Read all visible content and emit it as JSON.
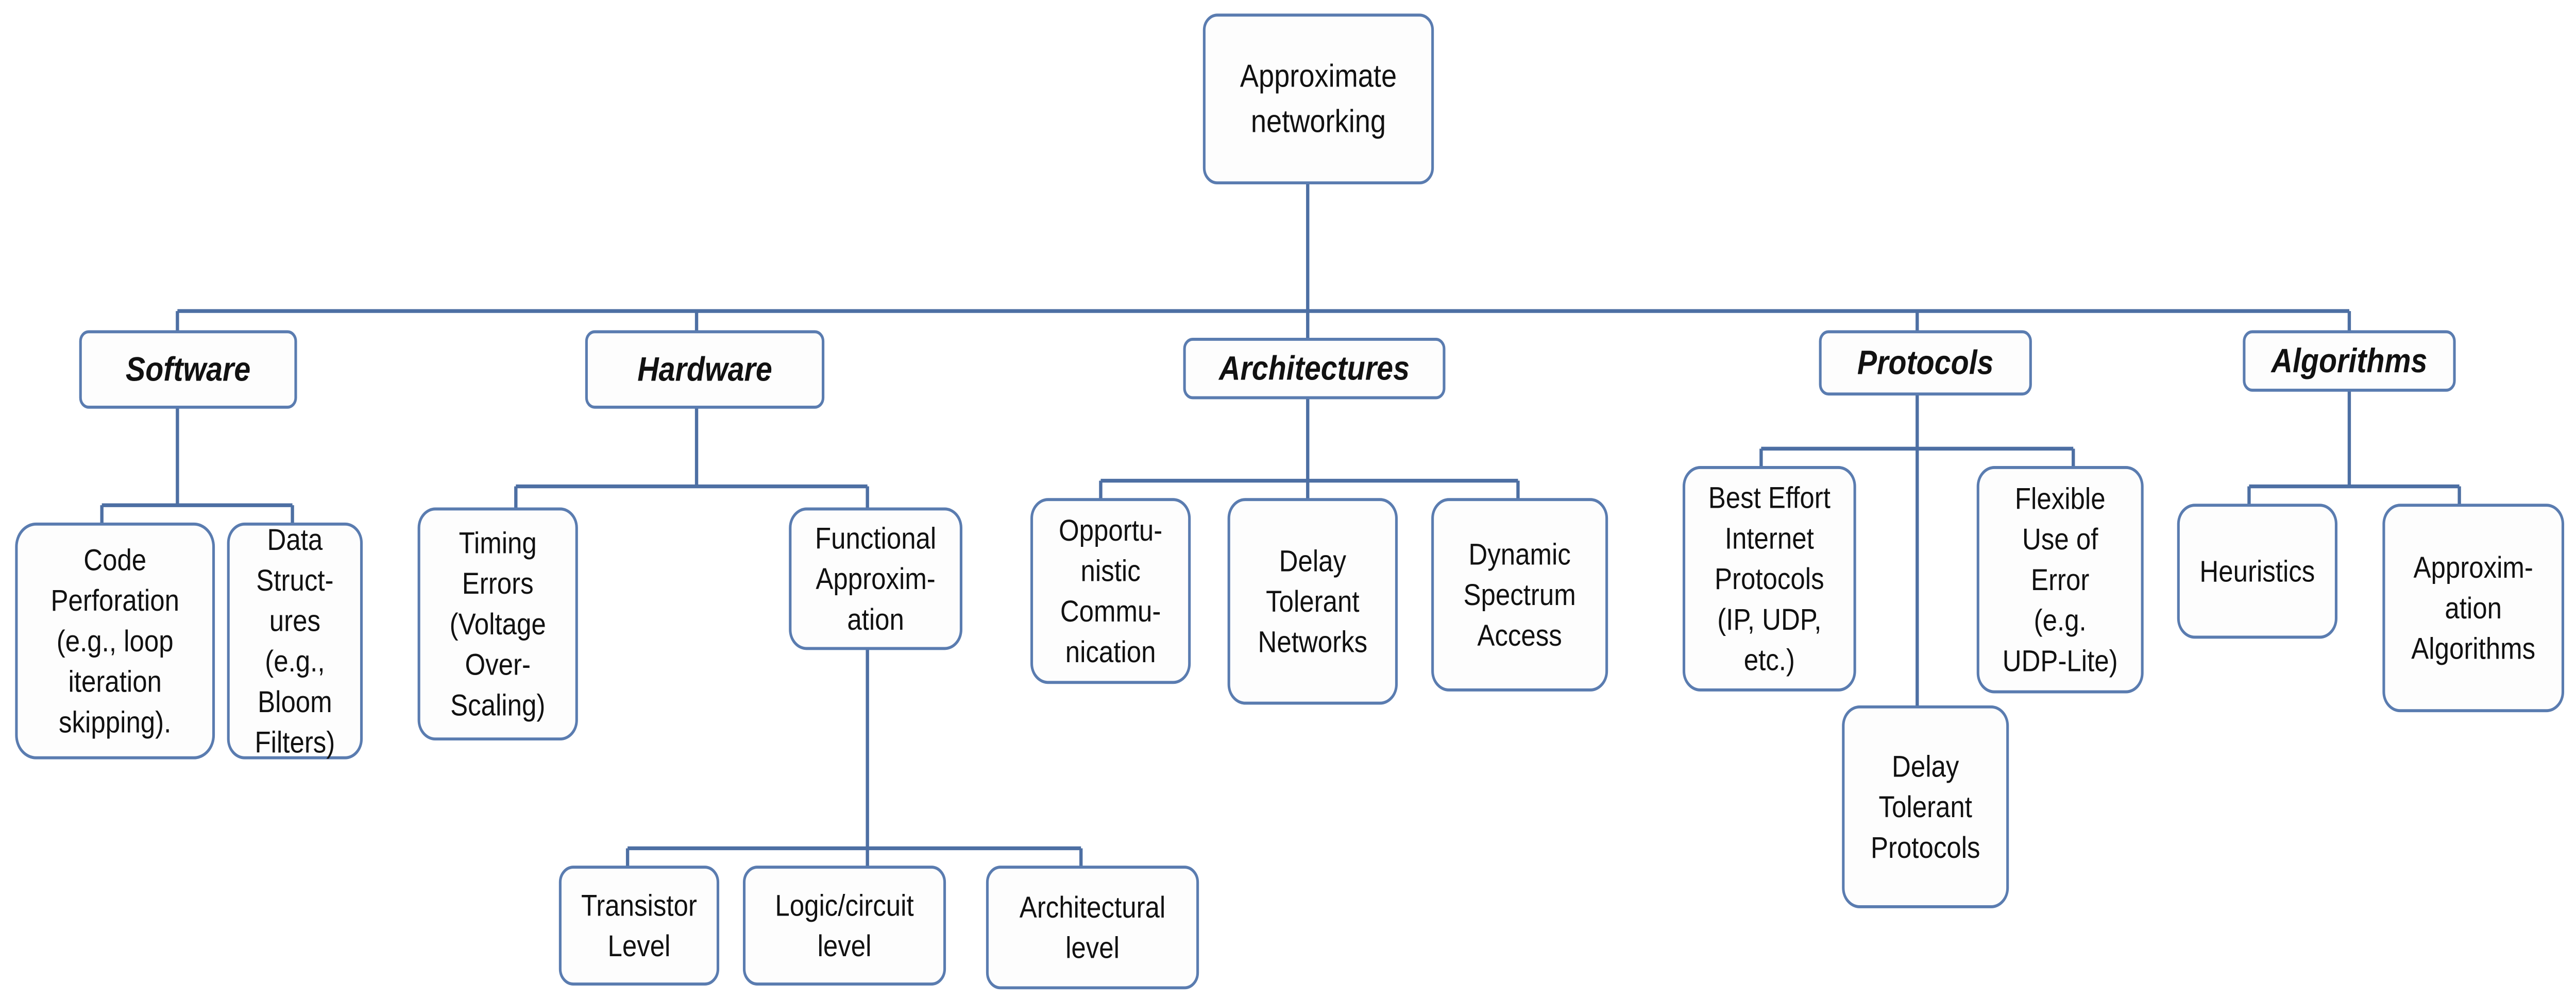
{
  "diagram": {
    "root": {
      "lines": [
        "Approximate",
        "networking"
      ]
    },
    "categories": {
      "software": {
        "lines": [
          "Software"
        ]
      },
      "hardware": {
        "lines": [
          "Hardware"
        ]
      },
      "architectures": {
        "lines": [
          "Architectures"
        ]
      },
      "protocols": {
        "lines": [
          "Protocols"
        ]
      },
      "algorithms": {
        "lines": [
          "Algorithms"
        ]
      }
    },
    "leaves": {
      "code_perforation": {
        "lines": [
          "Code",
          "Perforation",
          "(e.g., loop",
          "iteration",
          "skipping)."
        ]
      },
      "data_structures": {
        "lines": [
          "Data",
          "Struct-",
          "ures",
          "(e.g.,",
          "Bloom",
          "Filters)"
        ]
      },
      "timing_errors": {
        "lines": [
          "Timing",
          "Errors",
          "(Voltage",
          "Over-",
          "Scaling)"
        ]
      },
      "functional_approximation": {
        "lines": [
          "Functional",
          "Approxim-",
          "ation"
        ]
      },
      "transistor_level": {
        "lines": [
          "Transistor",
          "Level"
        ]
      },
      "logic_circuit_level": {
        "lines": [
          "Logic/circuit",
          "level"
        ]
      },
      "architectural_level": {
        "lines": [
          "Architectural",
          "level"
        ]
      },
      "opportunistic_communication": {
        "lines": [
          "Opportu-",
          "nistic",
          "Commu-",
          "nication"
        ]
      },
      "delay_tolerant_networks": {
        "lines": [
          "Delay",
          "Tolerant",
          "Networks"
        ]
      },
      "dynamic_spectrum_access": {
        "lines": [
          "Dynamic",
          "Spectrum",
          "Access"
        ]
      },
      "best_effort_protocols": {
        "lines": [
          "Best Effort",
          "Internet",
          "Protocols",
          "(IP, UDP,",
          "etc.)"
        ]
      },
      "flexible_use_of_error": {
        "lines": [
          "Flexible",
          "Use of",
          "Error",
          "(e.g.",
          "UDP-Lite)"
        ]
      },
      "delay_tolerant_protocols": {
        "lines": [
          "Delay",
          "Tolerant",
          "Protocols"
        ]
      },
      "heuristics": {
        "lines": [
          "Heuristics"
        ]
      },
      "approximation_algorithms": {
        "lines": [
          "Approxim-",
          "ation",
          "Algorithms"
        ]
      }
    },
    "colors": {
      "line": "#4d6fa3",
      "box_border": "#5a7cb0",
      "box_fill": "#fdfdfd"
    }
  }
}
